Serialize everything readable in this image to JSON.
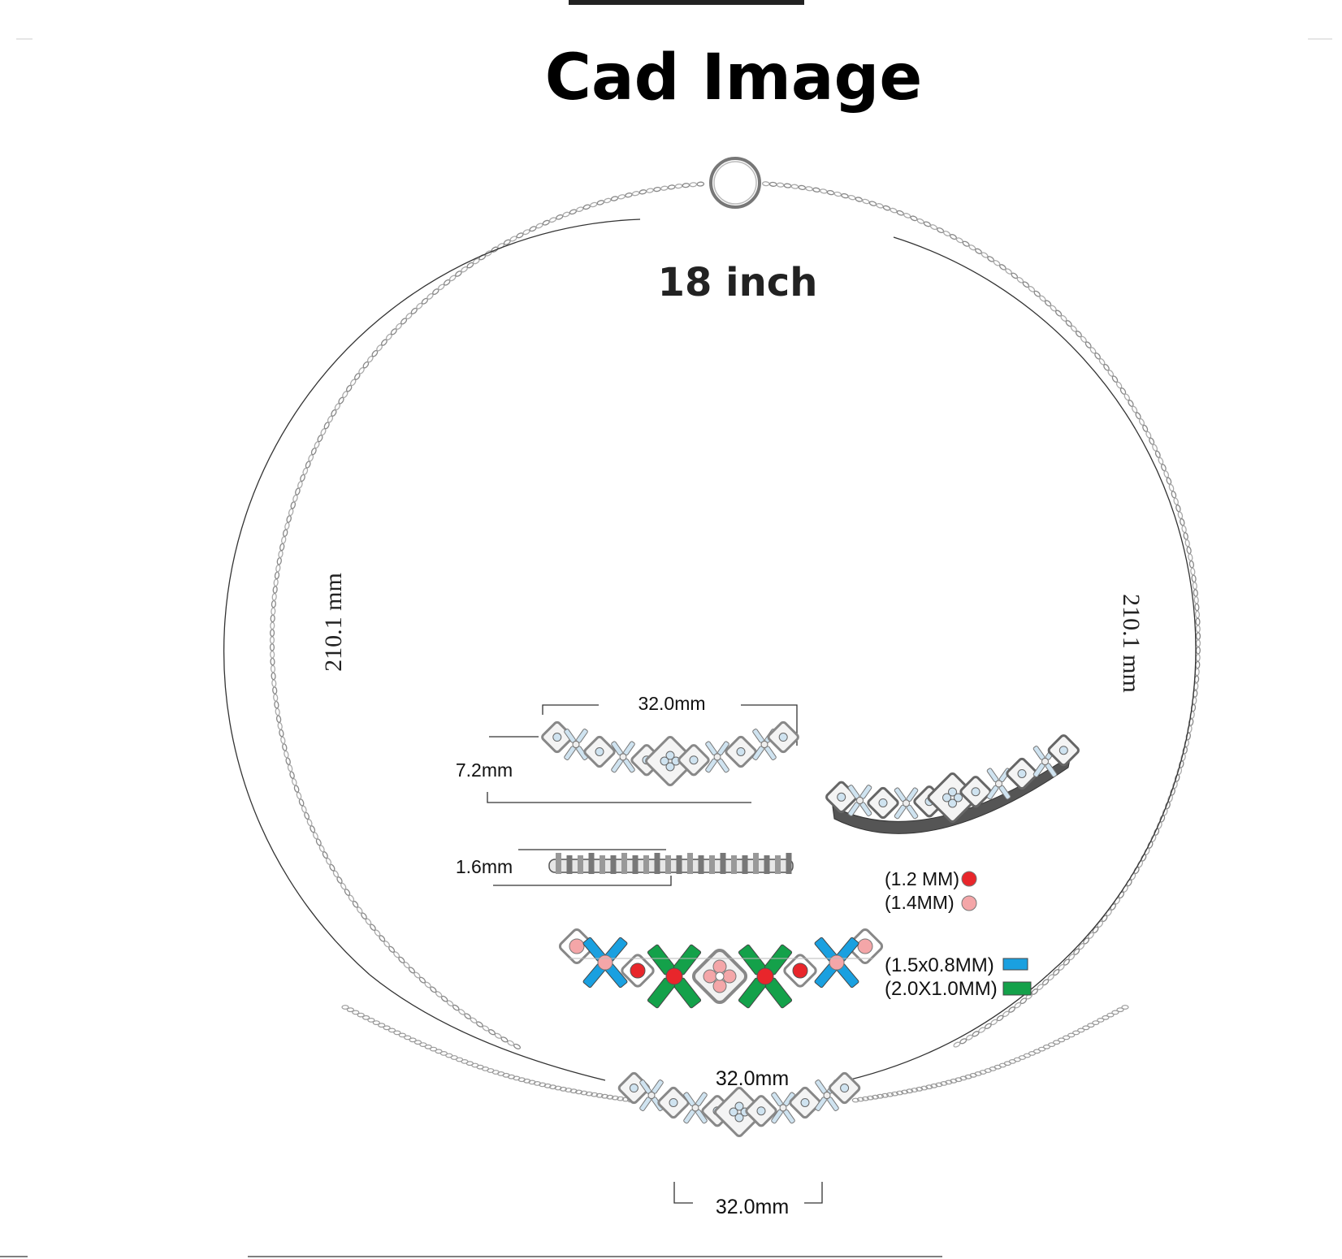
{
  "header": {
    "title": "Cad Image"
  },
  "necklace": {
    "length_label": "18 inch",
    "left_side_label": "210.1 mm",
    "right_side_label": "210.1 mm",
    "pendant_width_label": "32.0mm",
    "bottom_width_label": "32.0mm"
  },
  "detail": {
    "front_width_label": "32.0mm",
    "height_label": "7.2mm",
    "thickness_label": "1.6mm"
  },
  "legend": {
    "items": [
      {
        "label": "(1.2 MM)",
        "shape": "circle",
        "color": "#e8262b"
      },
      {
        "label": "(1.4MM)",
        "shape": "circle",
        "color": "#f4a6a8"
      },
      {
        "label": "(1.5x0.8MM)",
        "shape": "rect",
        "color": "#1aa0e0"
      },
      {
        "label": "(2.0X1.0MM)",
        "shape": "rect",
        "color": "#14a14a"
      }
    ]
  },
  "colors": {
    "metal": "#8a8a8a",
    "metal_dark": "#555555",
    "diamond": "#cfe3f0",
    "ruby": "#e8262b",
    "pink": "#f4a6a8",
    "blue": "#1aa0e0",
    "green": "#14a14a"
  }
}
